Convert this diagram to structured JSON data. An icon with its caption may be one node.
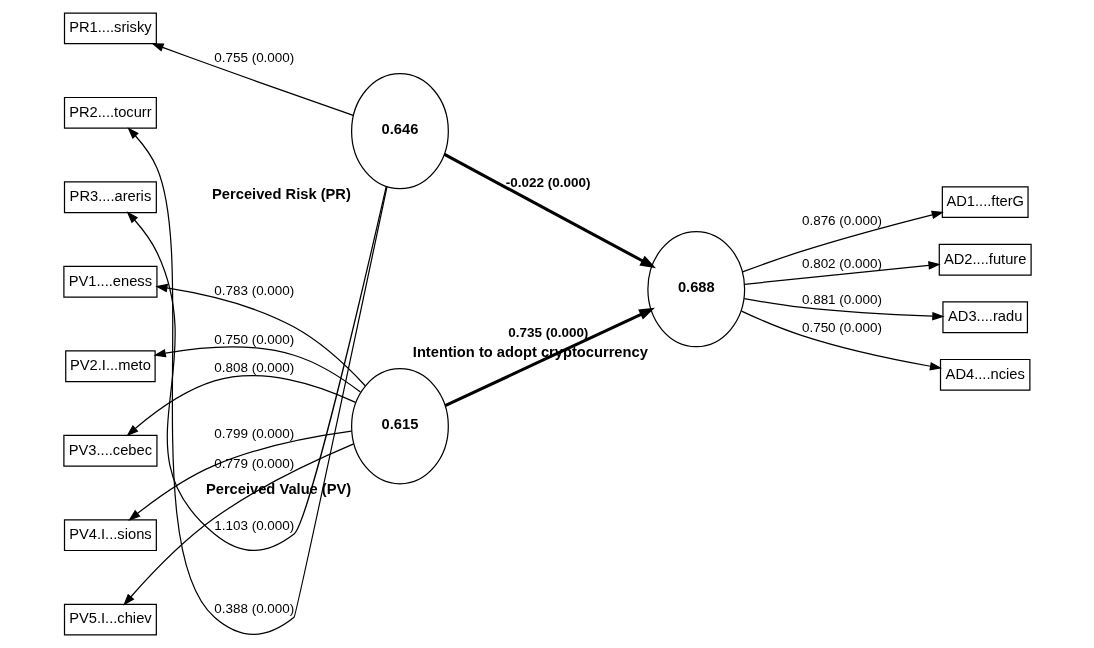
{
  "diagram": {
    "nodes": [
      {
        "text": [
          "PR1....srisky"
        ]
      },
      {
        "text": [
          "PR2....tocurr"
        ]
      },
      {
        "text": [
          "PR3....areris"
        ]
      },
      {
        "text": [
          "0.646"
        ],
        "beside": [
          "Perceived Risk (PR)"
        ]
      },
      {
        "text": [
          "PV1....eness"
        ]
      },
      {
        "text": [
          "PV2.I...meto"
        ]
      },
      {
        "text": [
          "PV3....cebec"
        ]
      },
      {
        "text": [
          "PV4.I...sions"
        ]
      },
      {
        "text": [
          "PV5.I...chiev"
        ]
      },
      {
        "text": [
          "0.615"
        ],
        "beside": [
          "Perceived Value (PV)"
        ]
      },
      {
        "text": [
          "0.688"
        ],
        "beside": [
          "Intention to adopt cryptocurrency"
        ]
      },
      {
        "text": [
          "AD1....fterG"
        ]
      },
      {
        "text": [
          "AD2....future"
        ]
      },
      {
        "text": [
          "AD3....radu"
        ]
      },
      {
        "text": [
          "AD4....ncies"
        ]
      }
    ],
    "edges": [
      {
        "from": 3,
        "to": 0,
        "arrow": "to",
        "label": "0.755 (0.000)"
      },
      {
        "from": 3,
        "to": 1,
        "arrow": "to",
        "label": "0.388 (0.000)"
      },
      {
        "from": 3,
        "to": 2,
        "arrow": "to",
        "label": "1.103 (0.000)"
      },
      {
        "from": 9,
        "to": 4,
        "arrow": "to",
        "label": "0.783 (0.000)"
      },
      {
        "from": 9,
        "to": 5,
        "arrow": "to",
        "label": "0.750 (0.000)"
      },
      {
        "from": 9,
        "to": 6,
        "arrow": "to",
        "label": "0.808 (0.000)"
      },
      {
        "from": 9,
        "to": 7,
        "arrow": "to",
        "label": "0.799 (0.000)"
      },
      {
        "from": 9,
        "to": 8,
        "arrow": "to",
        "label": "0.779 (0.000)"
      },
      {
        "from": 3,
        "to": 10,
        "arrow": "to",
        "label": "-0.022 (0.000)",
        "style": "thick"
      },
      {
        "from": 9,
        "to": 10,
        "arrow": "to",
        "label": "0.735 (0.000)",
        "style": "thick"
      },
      {
        "from": 10,
        "to": 11,
        "arrow": "to",
        "label": "0.876 (0.000)"
      },
      {
        "from": 10,
        "to": 12,
        "arrow": "to",
        "label": "0.802 (0.000)"
      },
      {
        "from": 10,
        "to": 13,
        "arrow": "to",
        "label": "0.881 (0.000)"
      },
      {
        "from": 10,
        "to": 14,
        "arrow": "to",
        "label": "0.750 (0.000)"
      }
    ]
  }
}
